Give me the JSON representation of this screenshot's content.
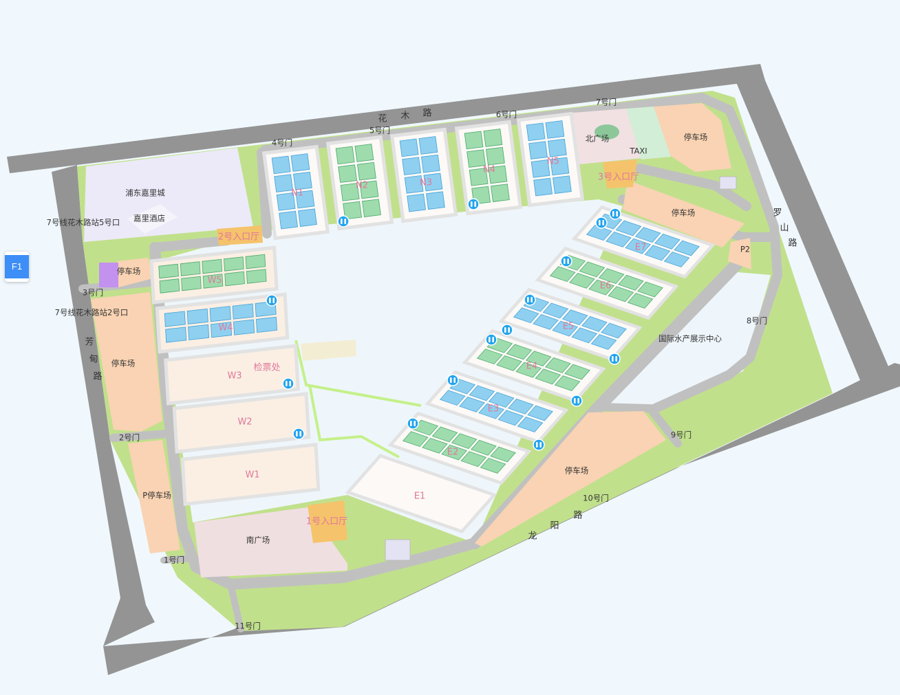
{
  "floor_button": "F1",
  "roads": {
    "huamu": [
      "花",
      "木",
      "路"
    ],
    "luoshan": [
      "罗",
      "山",
      "路"
    ],
    "fangdian": [
      "芳",
      "甸",
      "路"
    ],
    "longyang": [
      "龙",
      "阳",
      "路"
    ]
  },
  "gates": {
    "g1": "1号门",
    "g2": "2号门",
    "g3": "3号门",
    "g4": "4号门",
    "g5": "5号门",
    "g6": "6号门",
    "g7": "7号门",
    "g8": "8号门",
    "g9": "9号门",
    "g10": "10号门",
    "g11": "11号门"
  },
  "places": {
    "kerry_city": "浦东嘉里城",
    "kerry_hotel": "嘉里酒店",
    "metro_exit5": "7号线花木路站5号口",
    "metro_exit2": "7号线花木路站2号口",
    "parking": "停车场",
    "p_parking": "P停车场",
    "p2": "P2",
    "north_plaza": "北广场",
    "taxi": "TAXI",
    "south_plaza": "南广场",
    "seafood_center": "国际水产展示中心",
    "ticket_check": "检票处"
  },
  "entrances": {
    "e1": "1号入口厅",
    "e2": "2号入口厅",
    "e3": "3号入口厅"
  },
  "halls": {
    "N1": "N1",
    "N2": "N2",
    "N3": "N3",
    "N4": "N4",
    "N5": "N5",
    "W1": "W1",
    "W2": "W2",
    "W3": "W3",
    "W4": "W4",
    "W5": "W5",
    "E1": "E1",
    "E2": "E2",
    "E3": "E3",
    "E4": "E4",
    "E5": "E5",
    "E6": "E6",
    "E7": "E7"
  },
  "colors": {
    "road": "#949494",
    "inner_road": "#c0c0c0",
    "green": "#c1e08c",
    "parking": "#f9d3b3",
    "booth_blue": "#8fd0f0",
    "booth_green": "#9edcae",
    "restroom": "#22a4ee",
    "accent": "#3d8ef7"
  }
}
